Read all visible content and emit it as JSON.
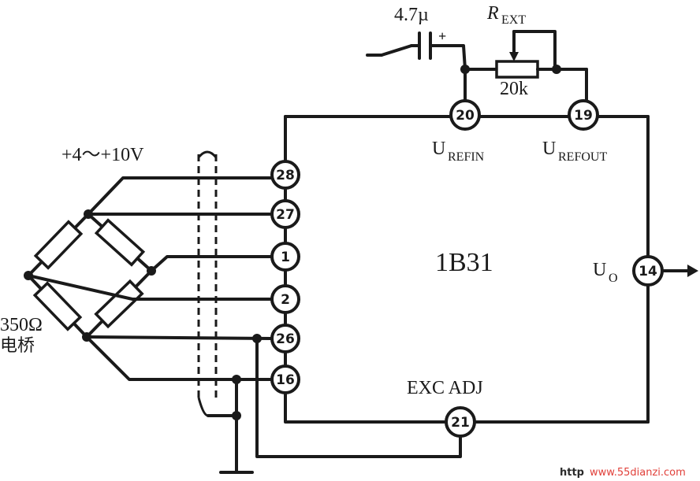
{
  "pins": [
    {
      "id": "p28",
      "label": "28"
    },
    {
      "id": "p27",
      "label": "27"
    },
    {
      "id": "p1",
      "label": "1"
    },
    {
      "id": "p2",
      "label": "2"
    },
    {
      "id": "p26",
      "label": "26"
    },
    {
      "id": "p16",
      "label": "16"
    },
    {
      "id": "p20",
      "label": "20"
    },
    {
      "id": "p19",
      "label": "19"
    },
    {
      "id": "p14",
      "label": "14"
    },
    {
      "id": "p21",
      "label": "21"
    }
  ],
  "labels": {
    "capacitor": "4.7µ",
    "capacitor_polarity": "+",
    "rext_main": "R",
    "rext_sub": "EXT",
    "resistor_value": "20k",
    "urefin_main": "U",
    "urefin_sub": "REFIN",
    "urefout_main": "U",
    "urefout_sub": "REFOUT",
    "excitation": "+4～+10V",
    "chip": "1B31",
    "uo_main": "U",
    "uo_sub": "O",
    "exc_adj": "EXC  ADJ",
    "bridge_value": "350Ω",
    "bridge_name": "电桥"
  },
  "watermark": {
    "prefix": "http",
    "domain": "www.55dianzi.com"
  }
}
